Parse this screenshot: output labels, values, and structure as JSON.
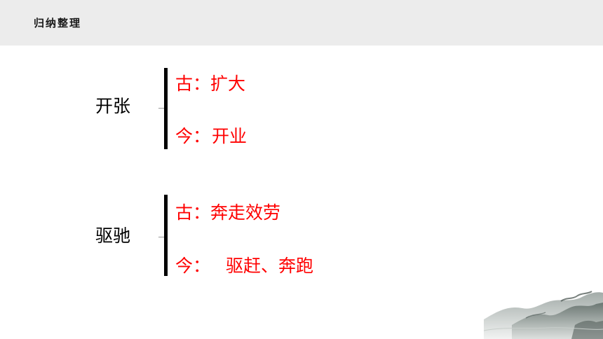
{
  "header": {
    "title": "归纳整理"
  },
  "entries": [
    {
      "term": "开张",
      "ancient_label": "古：",
      "ancient_meaning": "扩大",
      "modern_label": "今：",
      "modern_meaning": "开业"
    },
    {
      "term": "驱驰",
      "ancient_label": "古：",
      "ancient_meaning": "奔走效劳",
      "modern_label": "今：",
      "modern_meaning": "驱赶、奔跑"
    }
  ],
  "colors": {
    "header_background": "#ececec",
    "meaning_text": "#ff0000",
    "term_text": "#000000"
  },
  "decoration": {
    "landscape": "ink-landscape-mountains"
  }
}
